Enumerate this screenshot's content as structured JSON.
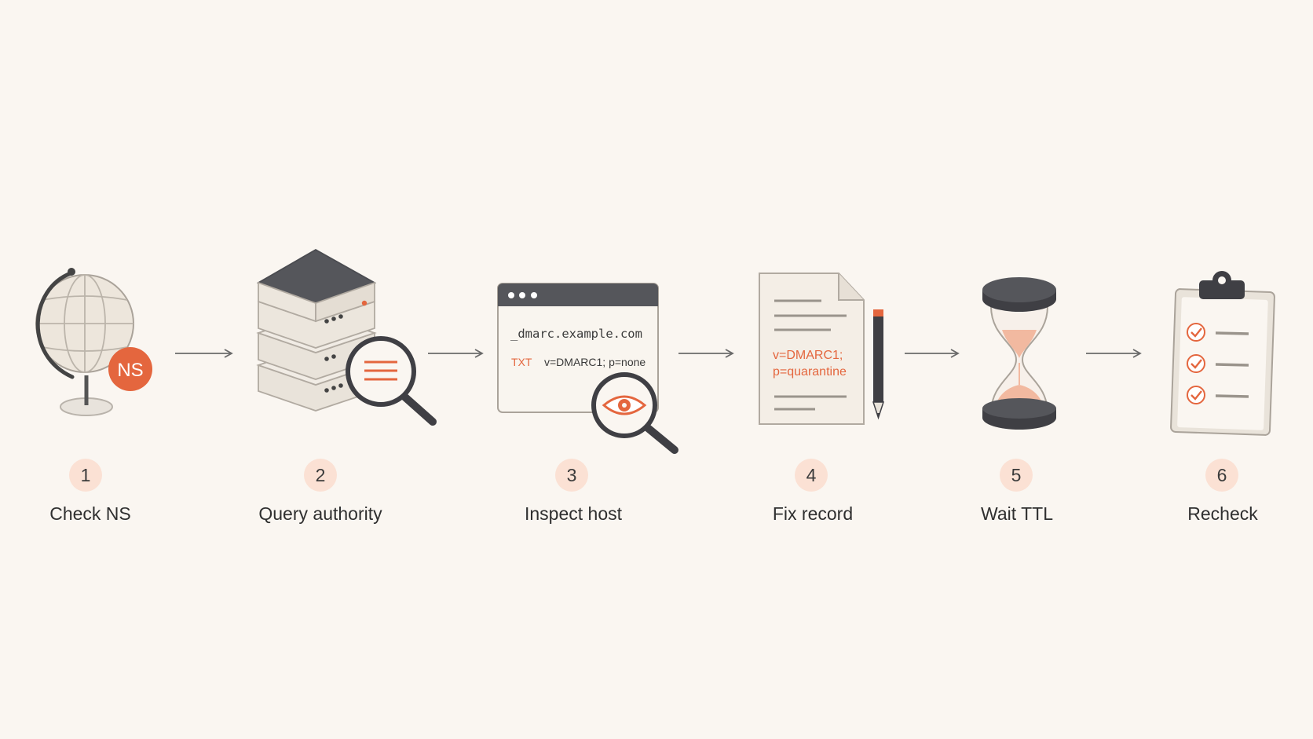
{
  "accent_color": "#e4663e",
  "steps": [
    {
      "number": "1",
      "label": "Check NS",
      "badge": "NS",
      "icon": "globe-icon"
    },
    {
      "number": "2",
      "label": "Query authority",
      "icon": "server-stack-icon"
    },
    {
      "number": "3",
      "label": "Inspect host",
      "icon": "browser-window-icon",
      "host": "_dmarc.example.com",
      "record_type": "TXT",
      "record_value": "v=DMARC1; p=none"
    },
    {
      "number": "4",
      "label": "Fix record",
      "icon": "document-icon",
      "record_line1": "v=DMARC1;",
      "record_line2": "p=quarantine"
    },
    {
      "number": "5",
      "label": "Wait TTL",
      "icon": "hourglass-icon"
    },
    {
      "number": "6",
      "label": "Recheck",
      "icon": "clipboard-checklist-icon"
    }
  ]
}
